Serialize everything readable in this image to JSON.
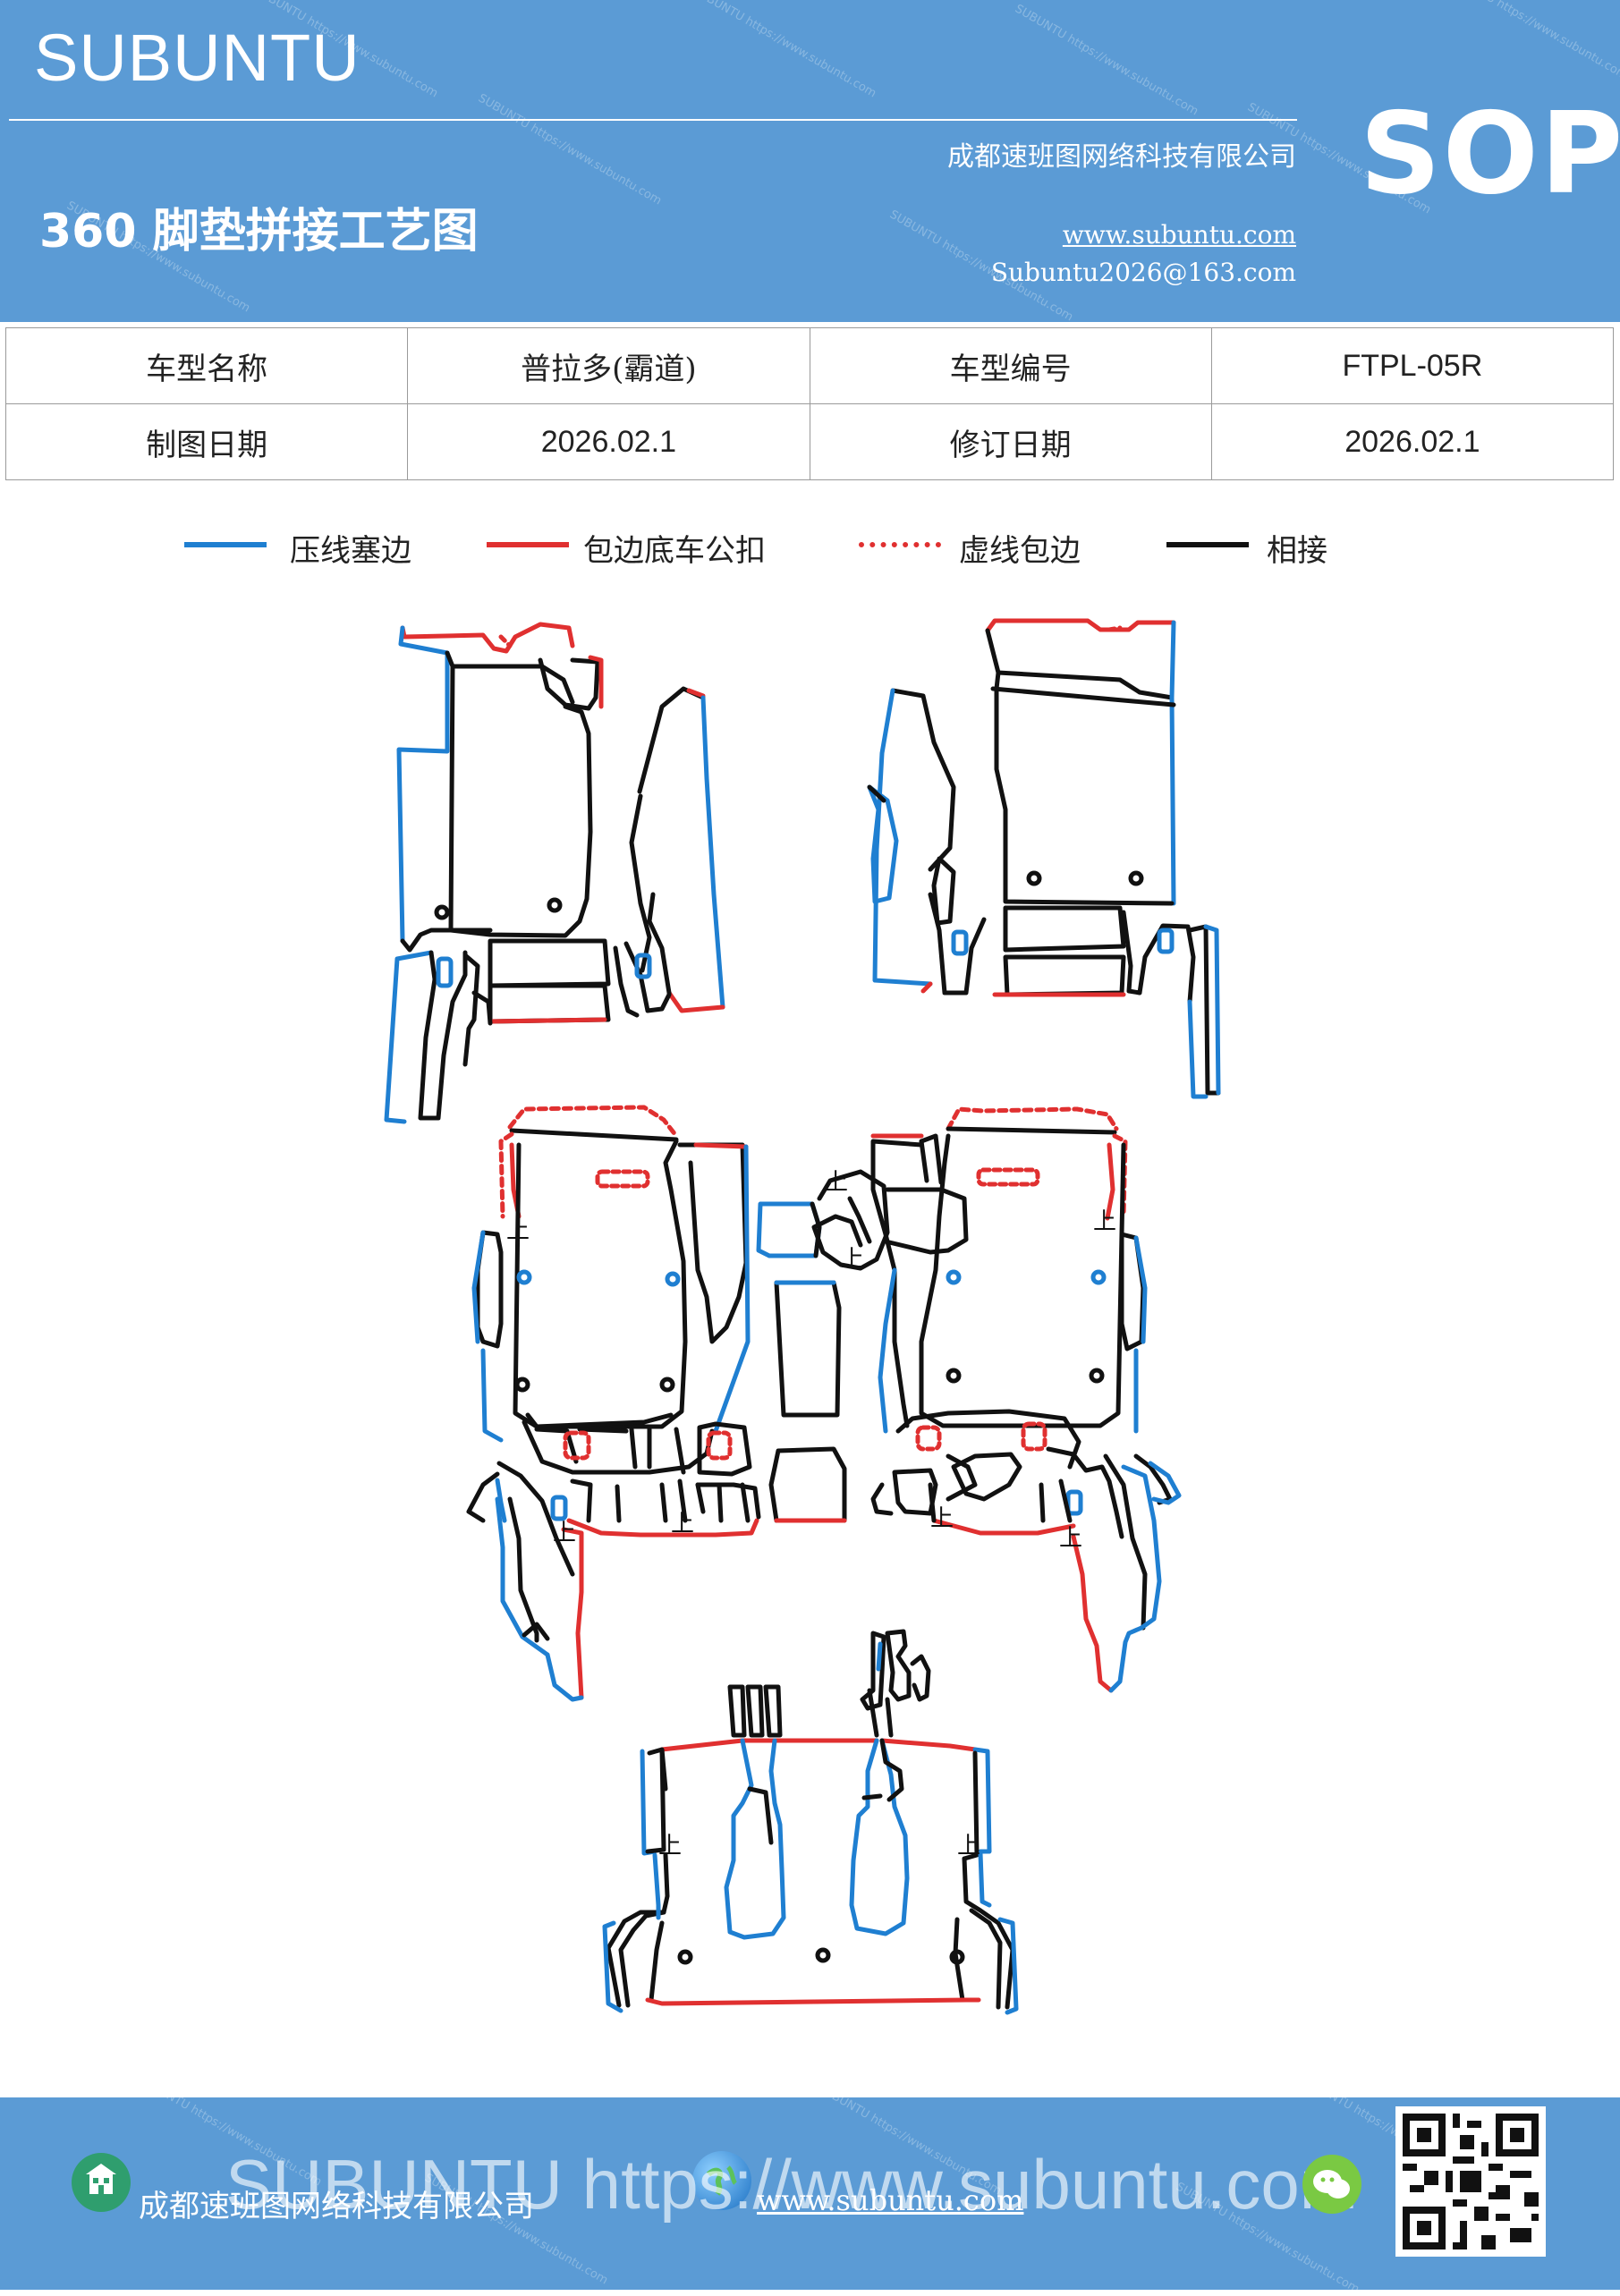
{
  "header": {
    "brand": "SUBUNTU",
    "company": "成都速班图网络科技有限公司",
    "title": "360 脚垫拼接工艺图",
    "website": "www.subuntu.com",
    "email": "Subuntu2026@163.com",
    "sop": "SOP",
    "watermark": "SUBUNTU https://www.subuntu.com"
  },
  "info_table": {
    "rows": [
      {
        "label1": "车型名称",
        "value1": "普拉多(霸道)",
        "label2": "车型编号",
        "value2": "FTPL-05R"
      },
      {
        "label1": "制图日期",
        "value1": "2026.02.1",
        "label2": "修订日期",
        "value2": "2026.02.1"
      }
    ]
  },
  "legend": [
    {
      "label": "压线塞边",
      "color": "#1f7fd1",
      "style": "solid"
    },
    {
      "label": "包边底车公扣",
      "color": "#e03030",
      "style": "solid"
    },
    {
      "label": "虚线包边",
      "color": "#e03030",
      "style": "dotted"
    },
    {
      "label": "相接",
      "color": "#111111",
      "style": "solid"
    }
  ],
  "diagram": {
    "marker_label": "上",
    "colors": {
      "blue": "#1f7fd1",
      "red": "#e03030",
      "black": "#111111"
    }
  },
  "footer": {
    "company": "成都速班图网络科技有限公司",
    "website": "www.subuntu.com",
    "overlay": "SUBUNTU https://www.subuntu.com",
    "icons": [
      "building-icon",
      "globe-icon",
      "wechat-icon",
      "qr-code"
    ]
  }
}
